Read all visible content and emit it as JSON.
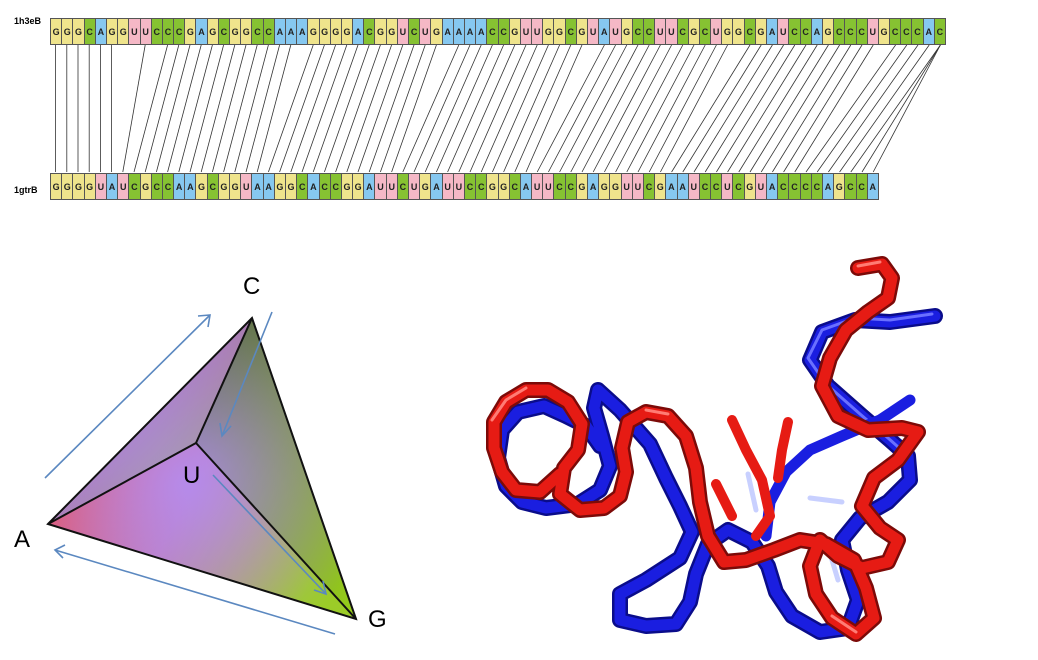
{
  "alignment": {
    "top": {
      "label": "1h3eB",
      "sequence": "GGGCAGGUUCCCGAGCGGCCAAAGGGGACGGUCUGAAAACCGUUGGCGUAUGCCUUCGCUGGCGAUCCAGCCCUGCCCAC"
    },
    "bottom": {
      "label": "1gtrB",
      "sequence": "GGGGUAUCGCCAAGCGGUAAGGCACCGGAUUCUGAUUCCGGCAUUCCGAGGUUCGAAUCCUCGUACCCCAGCCA"
    },
    "base_colors": {
      "G": "#efe48c",
      "C": "#86c232",
      "A": "#86c8f0",
      "U": "#f5b8c6"
    }
  },
  "tetrahedron": {
    "vertices": {
      "a": "A",
      "c": "C",
      "g": "G",
      "u": "U"
    },
    "vertex_colors": {
      "A": "#f0454a",
      "C": "#5a5560",
      "G": "#8ccc1e",
      "U": "#a98cf0"
    },
    "arrow_color": "#5b88c0"
  },
  "structure": {
    "chain_colors": {
      "1h3eB": "#e61b14",
      "1gtrB": "#1a1ee0"
    }
  }
}
